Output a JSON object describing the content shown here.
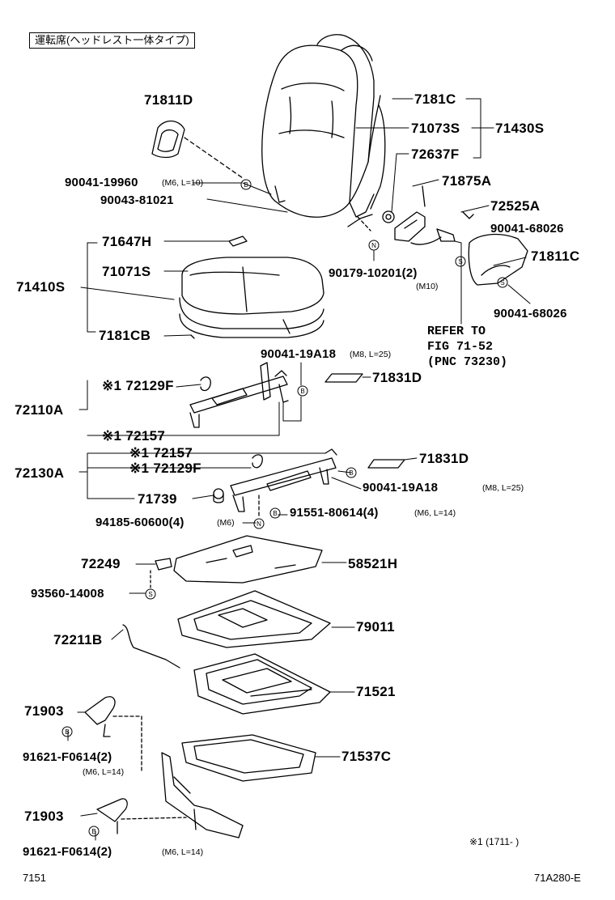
{
  "header": {
    "title": "運転席(ヘッドレスト一体タイプ)"
  },
  "footer": {
    "left": "7151",
    "right": "71A280-E",
    "note": "※1 (1711-    )"
  },
  "labels": {
    "p71811D": "71811D",
    "p7181C": "7181C",
    "p71073S": "71073S",
    "p71430S": "71430S",
    "p72637F": "72637F",
    "p71875A": "71875A",
    "p72525A": "72525A",
    "p90041_68026_a": "90041-68026",
    "p71811C": "71811C",
    "p90041_68026_b": "90041-68026",
    "p90041_19960": "90041-19960",
    "p90041_19960_spec": "(M6, L=10)",
    "p90043_81021": "90043-81021",
    "p71647H": "71647H",
    "p71071S": "71071S",
    "p71410S": "71410S",
    "p7181CB": "7181CB",
    "p90179_10201": "90179-10201(2)",
    "p90179_spec": "(M10)",
    "ref1": "REFER TO",
    "ref2": "FIG 71-52",
    "ref3": "(PNC 73230)",
    "p90041_19A18_a": "90041-19A18",
    "p90041_19A18_a_spec": "(M8, L=25)",
    "p71831D_a": "71831D",
    "p72129F_a": "※1 72129F",
    "p72110A": "72110A",
    "p72157_a": "※1 72157",
    "p72157_b": "※1 72157",
    "p71831D_b": "71831D",
    "p72130A": "72130A",
    "p72129F_b": "※1 72129F",
    "p90041_19A18_b": "90041-19A18",
    "p90041_19A18_b_spec": "(M8, L=25)",
    "p71739": "71739",
    "p91551_80614": "91551-80614(4)",
    "p91551_spec": "(M6, L=14)",
    "p94185_60600": "94185-60600(4)",
    "p94185_spec": "(M6)",
    "p72249": "72249",
    "p58521H": "58521H",
    "p93560_14008": "93560-14008",
    "p72211B": "72211B",
    "p79011": "79011",
    "p71521": "71521",
    "p71903_a": "71903",
    "p91621_a": "91621-F0614(2)",
    "p91621_a_spec": "(M6, L=14)",
    "p71537C": "71537C",
    "p71903_b": "71903",
    "p91621_b": "91621-F0614(2)",
    "p91621_b_spec": "(M6, L=14)"
  },
  "markers": {
    "b": "B",
    "n": "N",
    "s": "S"
  }
}
